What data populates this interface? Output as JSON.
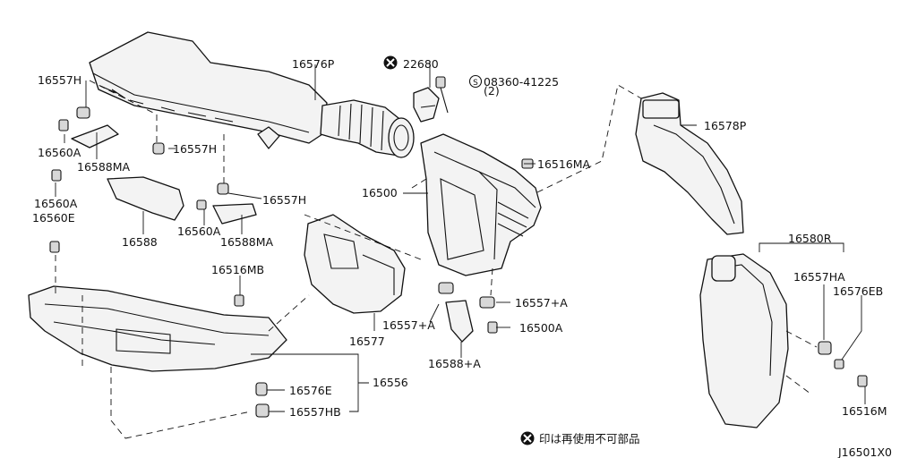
{
  "labels": {
    "p16557H_a": "16557H",
    "p16560A_a": "16560A",
    "p16588MA_a": "16588MA",
    "p16557H_b": "16557H",
    "p16560A_b": "16560A",
    "p16560E": "16560E",
    "p16588": "16588",
    "p16557H_c": "16557H",
    "p16560A_c": "16560A",
    "p16588MA_b": "16588MA",
    "p16576P": "16576P",
    "p22680": "22680",
    "p08360": "08360-41225",
    "p08360_qty": "(2)",
    "p16500": "16500",
    "p16516MA": "16516MA",
    "p16578P": "16578P",
    "p16516MB": "16516MB",
    "p16577": "16577",
    "p16557A_a": "16557+A",
    "p16557A_b": "16557+A",
    "p16500A": "16500A",
    "p16588A": "16588+A",
    "p16576E": "16576E",
    "p16556": "16556",
    "p16557HB": "16557HB",
    "p16580R": "16580R",
    "p16557HA": "16557HA",
    "p16576EB": "16576EB",
    "p16516M": "16516M"
  },
  "legend_note": "印は再使用不可部品",
  "diagram_code": "J16501X0",
  "icons": [
    "not-reusable-mark-icon",
    "screw-s-mark-icon"
  ]
}
